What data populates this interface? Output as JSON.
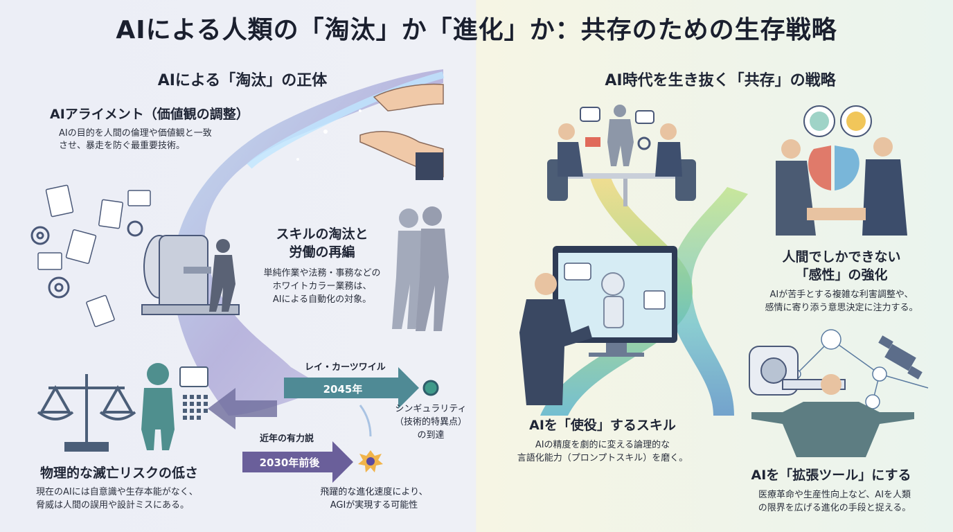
{
  "title": "AIによる人類の「淘汰」か「進化」か：共存のための生存戦略",
  "left": {
    "heading": "AIによる「淘汰」の正体",
    "alignment": {
      "title": "AIアライメント（価値観の調整）",
      "line1": "AIの目的を人間の倫理や価値観と一致",
      "line2": "させ、暴走を防ぐ最重要技術。"
    },
    "skills": {
      "title1": "スキルの淘汰と",
      "title2": "労働の再編",
      "line1": "単純作業や法務・事務などの",
      "line2": "ホワイトカラー業務は、",
      "line3": "AIによる自動化の対象。"
    },
    "risk": {
      "title": "物理的な滅亡リスクの低さ",
      "line1": "現在のAIには自意識や生存本能がなく、",
      "line2": "脅威は人間の誤用や設計ミスにある。"
    },
    "timeline": {
      "kurzweil_label": "レイ・カーツワイル",
      "year_2045": "2045年",
      "singularity1": "シンギュラリティ",
      "singularity2": "（技術的特異点）",
      "singularity3": "の到達",
      "recent_label": "近年の有力説",
      "year_2030": "2030年前後",
      "agi1": "飛躍的な進化速度により、",
      "agi2": "AGIが実現する可能性"
    }
  },
  "right": {
    "heading": "AI時代を生き抜く「共存」の戦略",
    "sensitivity": {
      "title1": "人間でしかできない",
      "title2": "「感性」の強化",
      "line1": "AIが苦手とする複雑な利害調整や、",
      "line2": "感情に寄り添う意思決定に注力する。"
    },
    "use": {
      "title": "AIを「使役」するスキル",
      "line1": "AIの精度を劇的に変える論理的な",
      "line2": "言語化能力（プロンプトスキル）を磨く。"
    },
    "extend": {
      "title": "AIを「拡張ツール」にする",
      "line1": "医療革命や生産性向上など、AIを人類",
      "line2": "の限界を広げる進化の手段と捉える。"
    }
  },
  "colors": {
    "left_bg": "#eceef6",
    "right_bg": "#f6f5e4",
    "arrow_teal": "#4f8a95",
    "arrow_purple": "#6a5f9a",
    "stream_blue": "#8fb4e6"
  }
}
